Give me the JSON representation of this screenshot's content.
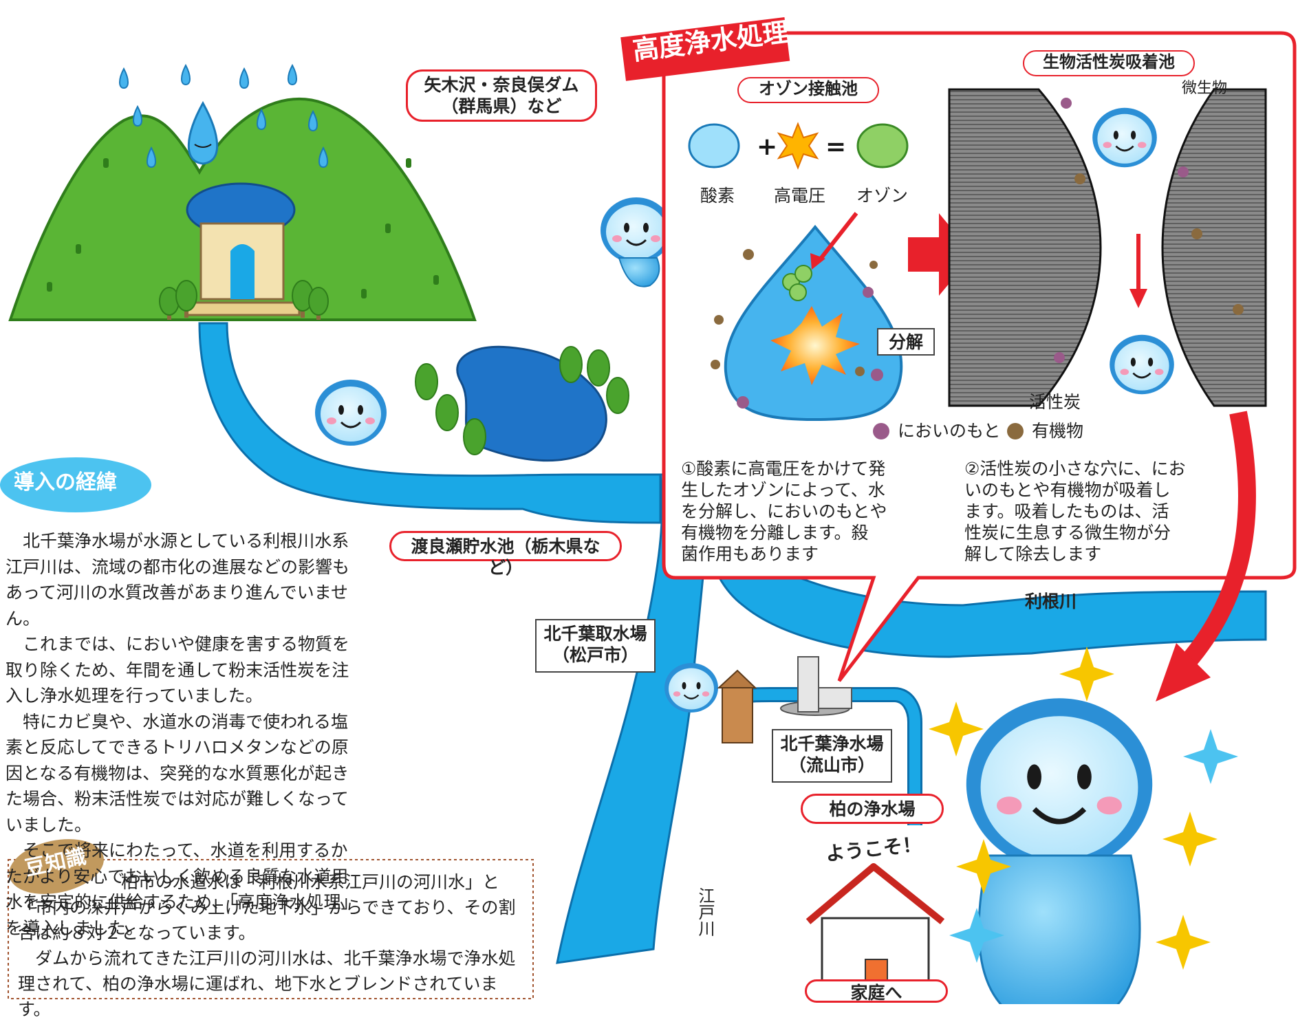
{
  "colors": {
    "red": "#e8212b",
    "river": "#1aa8e6",
    "mountain": "#5ab535",
    "water_char": "#46b4ee",
    "carbon": "#6c6c6c",
    "sparkle_yellow": "#f7c600",
    "sparkle_blue": "#4cc3f0",
    "bubble": "#2aa3dc",
    "odor": "#9a5a8a",
    "organic": "#8a6a3e"
  },
  "labels": {
    "dam": "矢木沢・奈良俣ダム\n（群馬県）など",
    "reservoir": "渡良瀬貯水池（栃木県など）",
    "intake": "北千葉取水場\n（松戸市）",
    "kitachiba_plant": "北千葉浄水場\n（流山市）",
    "kashiwa_plant": "柏の浄水場",
    "home": "家庭へ",
    "welcome": "ようこそ！",
    "tone_river": "利根川",
    "edo_river": "江戸川"
  },
  "advanced": {
    "title": "高度浄水処理",
    "ozone_pool": "オゾン接触池",
    "bio_pool": "生物活性炭吸着池",
    "oxygen": "酸素",
    "high_voltage": "高電圧",
    "ozone": "オゾン",
    "decompose": "分解",
    "microbe": "微生物",
    "carbon": "活性炭",
    "legend_odor": "においのもと",
    "legend_organic": "有機物",
    "step1": "①酸素に高電圧をかけて発\n生したオゾンによって、水\nを分解し、においのもとや\n有機物を分離します。殺\n菌作用もあります",
    "step2": "②活性炭の小さな穴に、にお\nいのもとや有機物が吸着し\nます。吸着したものは、活\n性炭に生息する微生物が分\n解して除去します"
  },
  "intro": {
    "heading": "導入の経緯",
    "paragraphs": [
      "北千葉浄水場が水源としている利根川水系江戸川は、流域の都市化の進展などの影響もあって河川の水質改善があまり進んでいません。",
      "これまでは、においや健康を害する物質を取り除くため、年間を通して粉末活性炭を注入し浄水処理を行っていました。",
      "特にカビ臭や、水道水の消毒で使われる塩素と反応してできるトリハロメタンなどの原因となる有機物は、突発的な水質悪化が起きた場合、粉末活性炭では対応が難しくなっていました。",
      "そこで将来にわたって、水道を利用するかたがより安心でおいしく飲める良質な水道用水を安定的に供給するため､「高度浄水処理」を導入しました。"
    ]
  },
  "mame": {
    "heading": "豆知識",
    "text1": "柏市の水道水は「利根川水系江戸川の河川水」と「市内の深井戸からくみ上げた地下水」からできており、その割合は約８対２となっています。",
    "text2": "ダムから流れてきた江戸川の河川水は、北千葉浄水場で浄水処理されて、柏の浄水場に運ばれ、地下水とブレンドされています。"
  }
}
